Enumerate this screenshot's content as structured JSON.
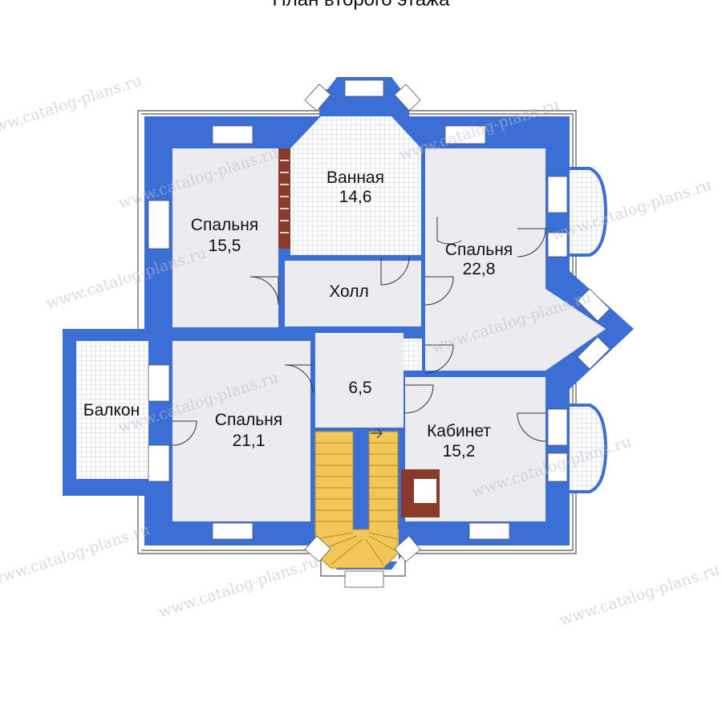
{
  "title": "План второго этажа",
  "watermark": "www.catalog-plans.ru",
  "colors": {
    "wall": "#3b6fd6",
    "floor": "#ececf0",
    "tile_grid": "#9aa7c0",
    "stairs": "#f2c75a",
    "fireplace": "#8a3a2a",
    "window": "#ffffff",
    "outline": "#555555"
  },
  "rooms": [
    {
      "id": "bedroom-1",
      "name": "Спальня",
      "area": "15,5"
    },
    {
      "id": "bathroom",
      "name": "Ванная",
      "area": "14,6"
    },
    {
      "id": "bedroom-2",
      "name": "Спальня",
      "area": "22,8"
    },
    {
      "id": "hall",
      "name": "Холл",
      "area": ""
    },
    {
      "id": "corridor",
      "name": "",
      "area": "6,5"
    },
    {
      "id": "bedroom-3",
      "name": "Спальня",
      "area": "21,1"
    },
    {
      "id": "balcony",
      "name": "Балкон",
      "area": ""
    },
    {
      "id": "study",
      "name": "Кабинет",
      "area": "15,2"
    }
  ]
}
